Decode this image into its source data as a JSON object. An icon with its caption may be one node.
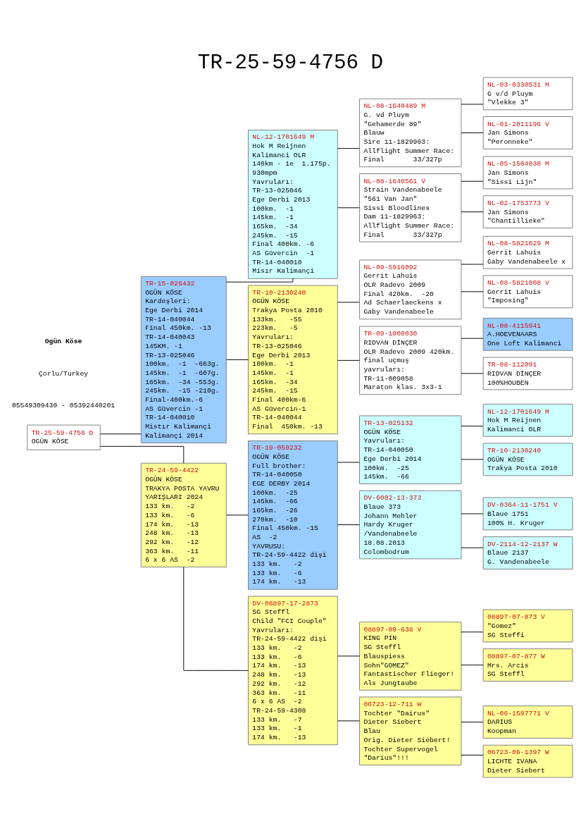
{
  "diagram": {
    "title": "TR-25-59-4756 D",
    "nodes": [
      {
        "text": [
          "TR-25-59-4756 D",
          "OGÜN KÖSE"
        ]
      },
      {
        "text": [
          "TR-15-026432",
          "OGÜN KÖSE",
          "Kardeşleri:",
          "Ege Derbi 2014",
          "TR-14-040044",
          "Final 450km. -13",
          "TR-14-040043",
          "145KM. -1",
          "TR-13-025046",
          "100km.  -1  -663g.",
          "145km.  -1  -607g.",
          "165km.  -34 -553g.",
          "245km.  -15 -210g.",
          "Final-400km.-6",
          "AS Güvercin -1",
          "TR-14-040010",
          "Mistır Kalimançi",
          "Kalimançi 2014"
        ]
      },
      {
        "text": [
          "TR-24-59-4422",
          "OGÜN KÖSE",
          "TRAKYA POSTA YAVRU",
          "YARIŞLARI 2024",
          "133 km.   -2",
          "133 km.   -6",
          "174 km.   -13",
          "248 km.   -13",
          "292 km.   -12",
          "363 km.   -11",
          "6 x 6 AS  -2"
        ]
      },
      {
        "text": [
          "NL-12-1701649 M",
          "Hok M Reijnen",
          "Kalimanci OLR",
          "140km - 1e  1.175p.",
          "930mpm",
          "Yavruları:",
          "TR-13-025046",
          "Ege Derbi 2013",
          "100km.  -1",
          "145km.  -1",
          "165km.  -34",
          "245km.  -15",
          "Final 400km. -6",
          "AS Güvercin  -1",
          "TR-14-040010",
          "Misır Kalimançi"
        ]
      },
      {
        "text": [
          "TR-10-2130240",
          "OGÜN KÖSE",
          "Trakya Posta 2010",
          "133km.   -55",
          "223km.   -5",
          "Yavruları:",
          "TR-13-025046",
          "Ege Derbi 2013",
          "100km.  -1",
          "145km.  -1",
          "165km.  -34",
          "245km.  -15",
          "Final 400km-6",
          "AS Güvercin-1",
          "TR-14-040044",
          "Final  450km. -13"
        ]
      },
      {
        "text": [
          "TR-19-059232",
          "OGÜN KÖSE",
          "Full brother:",
          "TR-14-040050",
          "EGE DERBY 2014",
          "100km.  -25",
          "145km.  -66",
          "165km.  -26",
          "270km.  -10",
          "Final 450km. -15",
          "AS  -2",
          "YAVRUSU:",
          "TR-24-59-4422 dişi",
          "133 km.   -2",
          "133 km.   -6",
          "174 km.   -13"
        ]
      },
      {
        "text": [
          "DV-08897-17-2873",
          "SG Steffl",
          "Child \"FCI Couple\"",
          "Yavruları:",
          "TR-24-59-4422 dişi",
          "133 km.   -2",
          "133 km.   -6",
          "174 km.   -13",
          "248 km.   -13",
          "292 km.   -12",
          "363 km.   -11",
          "6 x 6 AS  -2",
          "TR-24-59-4308",
          "133 km.   -7",
          "133 km.   -1",
          "174 km.   -13"
        ]
      },
      {
        "text": [
          "NL-08-1640489 M",
          "G. vd Pluym",
          "\"Gehamerde 89\"",
          "Blauw",
          "Sire 11-1829963:",
          "Allflight Summer Race:",
          "Final       33/327p"
        ]
      },
      {
        "text": [
          "NL-08-1640561 V",
          "Strain Vandenabeele",
          "\"561 Van Jan\"",
          "Sissi Bloodlines",
          "Dam 11-1829963:",
          "Allflight Summer Race:",
          "Final       33/327p"
        ]
      },
      {
        "text": [
          "NL-09-5916092",
          "Gerrit Lahuis",
          "OLR Radevo 2009",
          "Final 420km.  -20",
          "Ad Schaerlaeckens x",
          "Gaby Vandenabeele"
        ]
      },
      {
        "text": [
          "TR-09-1000030",
          "RIDVAN DİNÇER",
          "OLR Radevo 2009 420km.",
          "final uçmuş",
          "yavruları:",
          "TR-11-009058",
          "Maraton klas. 3x3-1"
        ]
      },
      {
        "text": [
          "TR-13-025132",
          "OGÜN KÖSE",
          "Yavruları:",
          "TR-14-040050",
          "Ege Derbi 2014",
          "100km.  -25",
          "145km.  -66"
        ]
      },
      {
        "text": [
          "DV-6002-13-373",
          "Blaue 373",
          "Johann Mehler",
          "Hardy Kruger",
          "/Vandenabeele",
          "18.08.2013",
          "Colombodrum"
        ]
      },
      {
        "text": [
          "08897-09-638 V",
          "KING PIN",
          "SG Steffl",
          "Blauspiess",
          "Sohn\"GOMEZ\"",
          "Fantastischer Flieger!",
          "Als Jungtaube"
        ]
      },
      {
        "text": [
          "06723-12-711 W",
          "Tochter \"Dairus\"",
          "Dieter Siebert",
          "Blau",
          "Orig. Dieter Siebert!",
          "Tochter Supervogel",
          "\"Darius\"!!!"
        ]
      },
      {
        "text": [
          "NL-03-0330531 M",
          "G v/d Pluym",
          "\"Vlekke 3\""
        ]
      },
      {
        "text": [
          "NL-01-2011196 V",
          "Jan Simons",
          "\"Peronneke\""
        ]
      },
      {
        "text": [
          "NL-05-1504030 M",
          "Jan Simons",
          "\"Sissi Lijn\""
        ]
      },
      {
        "text": [
          "NL-02-1753773 V",
          "Jan Simons",
          "\"Chantillieke\""
        ]
      },
      {
        "text": [
          "NL-08-5821029 M",
          "Gerrit Lahuis",
          "Gaby Vandenabeele x"
        ]
      },
      {
        "text": [
          "NL-08-5821008 V",
          "Gerrit Lahuis",
          "\"Imposing\""
        ]
      },
      {
        "text": [
          "NL-08-4115941",
          "A.HOEVENAARS",
          "One Loft Kalimanci"
        ]
      },
      {
        "text": [
          "TR-08-112091",
          "RIDVAN DİNÇER",
          "100%HOUBEN"
        ]
      },
      {
        "text": [
          "NL-12-1701649 M",
          "Hok M Reijnen",
          "Kalimanci OLR"
        ]
      },
      {
        "text": [
          "TR-10-2130240",
          "OGÜN KÖSE",
          "Trakya Posta 2010"
        ]
      },
      {
        "text": [
          "DV-0364-11-1751 V",
          "Blaue 1751",
          "100% H. Kruger"
        ]
      },
      {
        "text": [
          "DV-2114-12-2137 W",
          "Blaue 2137",
          "G. Vandenabeele"
        ]
      },
      {
        "text": [
          "08897-07-873 V",
          "\"Gomez\"",
          "SG Steffi"
        ]
      },
      {
        "text": [
          "08897-07-877 W",
          "Mrs. Arcis",
          "SG Steffl"
        ]
      },
      {
        "text": [
          "NL-06-1597771 V",
          "DARIUS",
          "Koopman"
        ]
      },
      {
        "text": [
          "06723-06-1397 W",
          "LICHTE IVANA",
          "Dieter Siebert"
        ]
      }
    ],
    "edges": [
      {
        "from": 0,
        "to": 1,
        "arrow": "none"
      },
      {
        "from": 0,
        "to": 2,
        "arrow": "none"
      },
      {
        "from": 1,
        "to": 3,
        "arrow": "none"
      },
      {
        "from": 1,
        "to": 4,
        "arrow": "none"
      },
      {
        "from": 2,
        "to": 5,
        "arrow": "none"
      },
      {
        "from": 2,
        "to": 6,
        "arrow": "none"
      },
      {
        "from": 3,
        "to": 7,
        "arrow": "none"
      },
      {
        "from": 3,
        "to": 8,
        "arrow": "none"
      },
      {
        "from": 4,
        "to": 9,
        "arrow": "none"
      },
      {
        "from": 4,
        "to": 10,
        "arrow": "none"
      },
      {
        "from": 5,
        "to": 11,
        "arrow": "none"
      },
      {
        "from": 5,
        "to": 12,
        "arrow": "none"
      },
      {
        "from": 6,
        "to": 13,
        "arrow": "none"
      },
      {
        "from": 6,
        "to": 14,
        "arrow": "none"
      },
      {
        "from": 7,
        "to": 15,
        "arrow": "none"
      },
      {
        "from": 7,
        "to": 16,
        "arrow": "none"
      },
      {
        "from": 8,
        "to": 17,
        "arrow": "none"
      },
      {
        "from": 8,
        "to": 18,
        "arrow": "none"
      },
      {
        "from": 9,
        "to": 19,
        "arrow": "none"
      },
      {
        "from": 9,
        "to": 20,
        "arrow": "none"
      },
      {
        "from": 10,
        "to": 21,
        "arrow": "none"
      },
      {
        "from": 10,
        "to": 22,
        "arrow": "none"
      },
      {
        "from": 11,
        "to": 23,
        "arrow": "none"
      },
      {
        "from": 11,
        "to": 24,
        "arrow": "none"
      },
      {
        "from": 12,
        "to": 25,
        "arrow": "none"
      },
      {
        "from": 12,
        "to": 26,
        "arrow": "none"
      },
      {
        "from": 13,
        "to": 27,
        "arrow": "none"
      },
      {
        "from": 13,
        "to": 28,
        "arrow": "none"
      },
      {
        "from": 14,
        "to": 29,
        "arrow": "none"
      },
      {
        "from": 14,
        "to": 30,
        "arrow": "none"
      }
    ],
    "labels": [
      "Ogün Köse",
      "Çorlu/Turkey",
      "05549309430 - 05392440201"
    ]
  }
}
